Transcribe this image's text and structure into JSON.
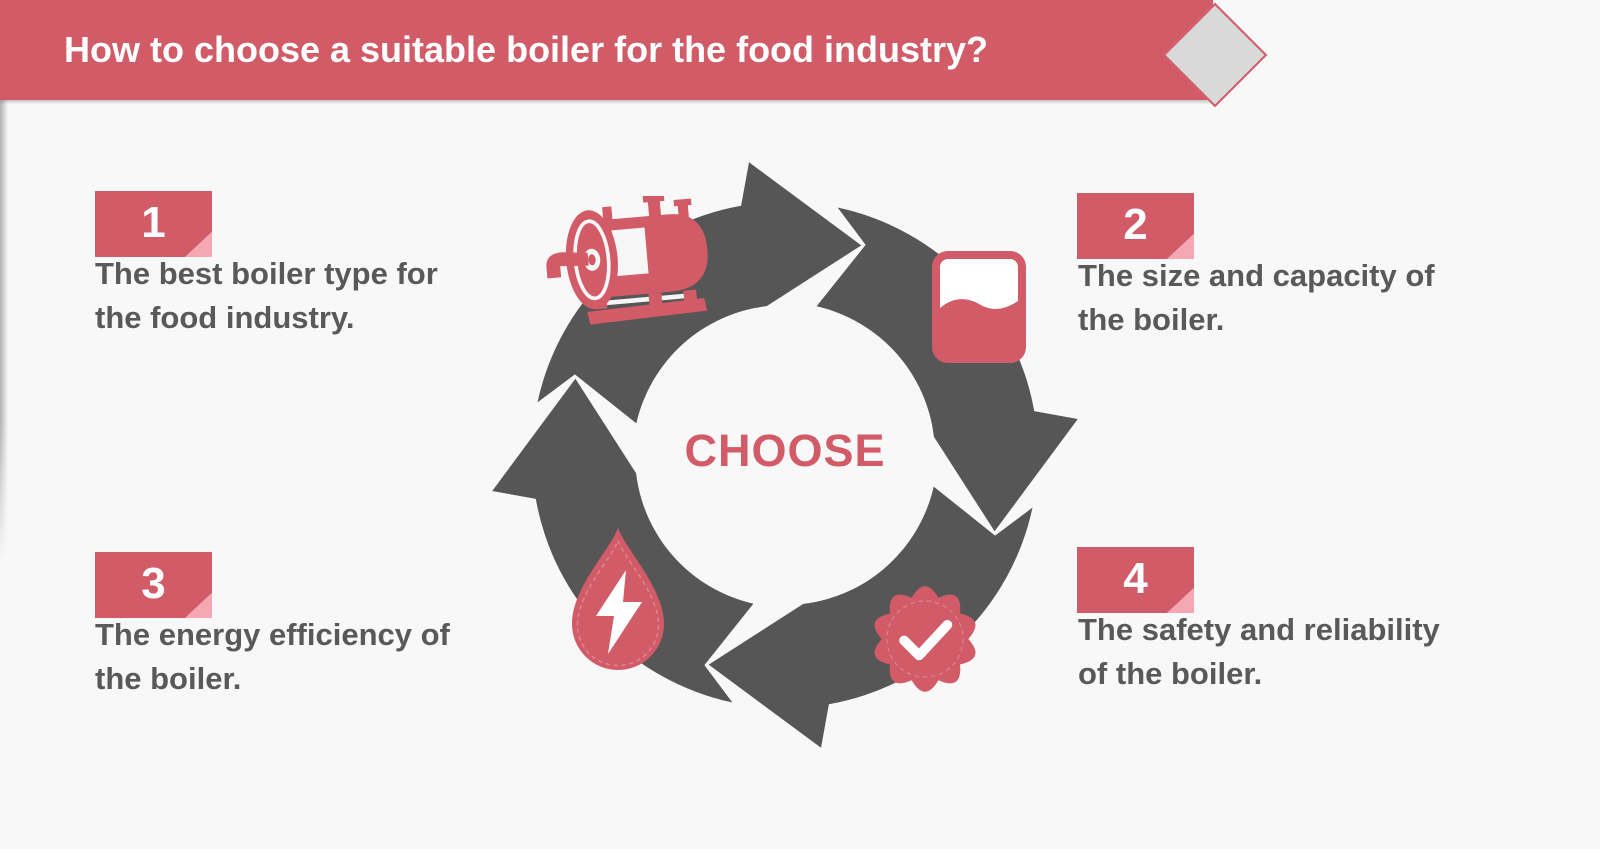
{
  "header": {
    "title": "How to choose a suitable boiler for the food industry?"
  },
  "center_label": "CHOOSE",
  "steps": [
    {
      "number": "1",
      "lines": [
        "The best boiler type for",
        "the food industry."
      ],
      "icon": "boiler-icon"
    },
    {
      "number": "2",
      "lines": [
        "The size and capacity of",
        "the boiler."
      ],
      "icon": "tank-level-icon"
    },
    {
      "number": "3",
      "lines": [
        "The energy efficiency of",
        "the boiler."
      ],
      "icon": "energy-drop-icon"
    },
    {
      "number": "4",
      "lines": [
        "The safety and reliability",
        "of the boiler."
      ],
      "icon": "verified-seal-icon"
    }
  ],
  "colors": {
    "accent": "#d25b68",
    "accent-light": "#f5a7b2",
    "arrow": "#565656",
    "text": "#595959",
    "diamond": "#d9d9d9",
    "bg": "#f8f8f8",
    "white": "#ffffff"
  }
}
